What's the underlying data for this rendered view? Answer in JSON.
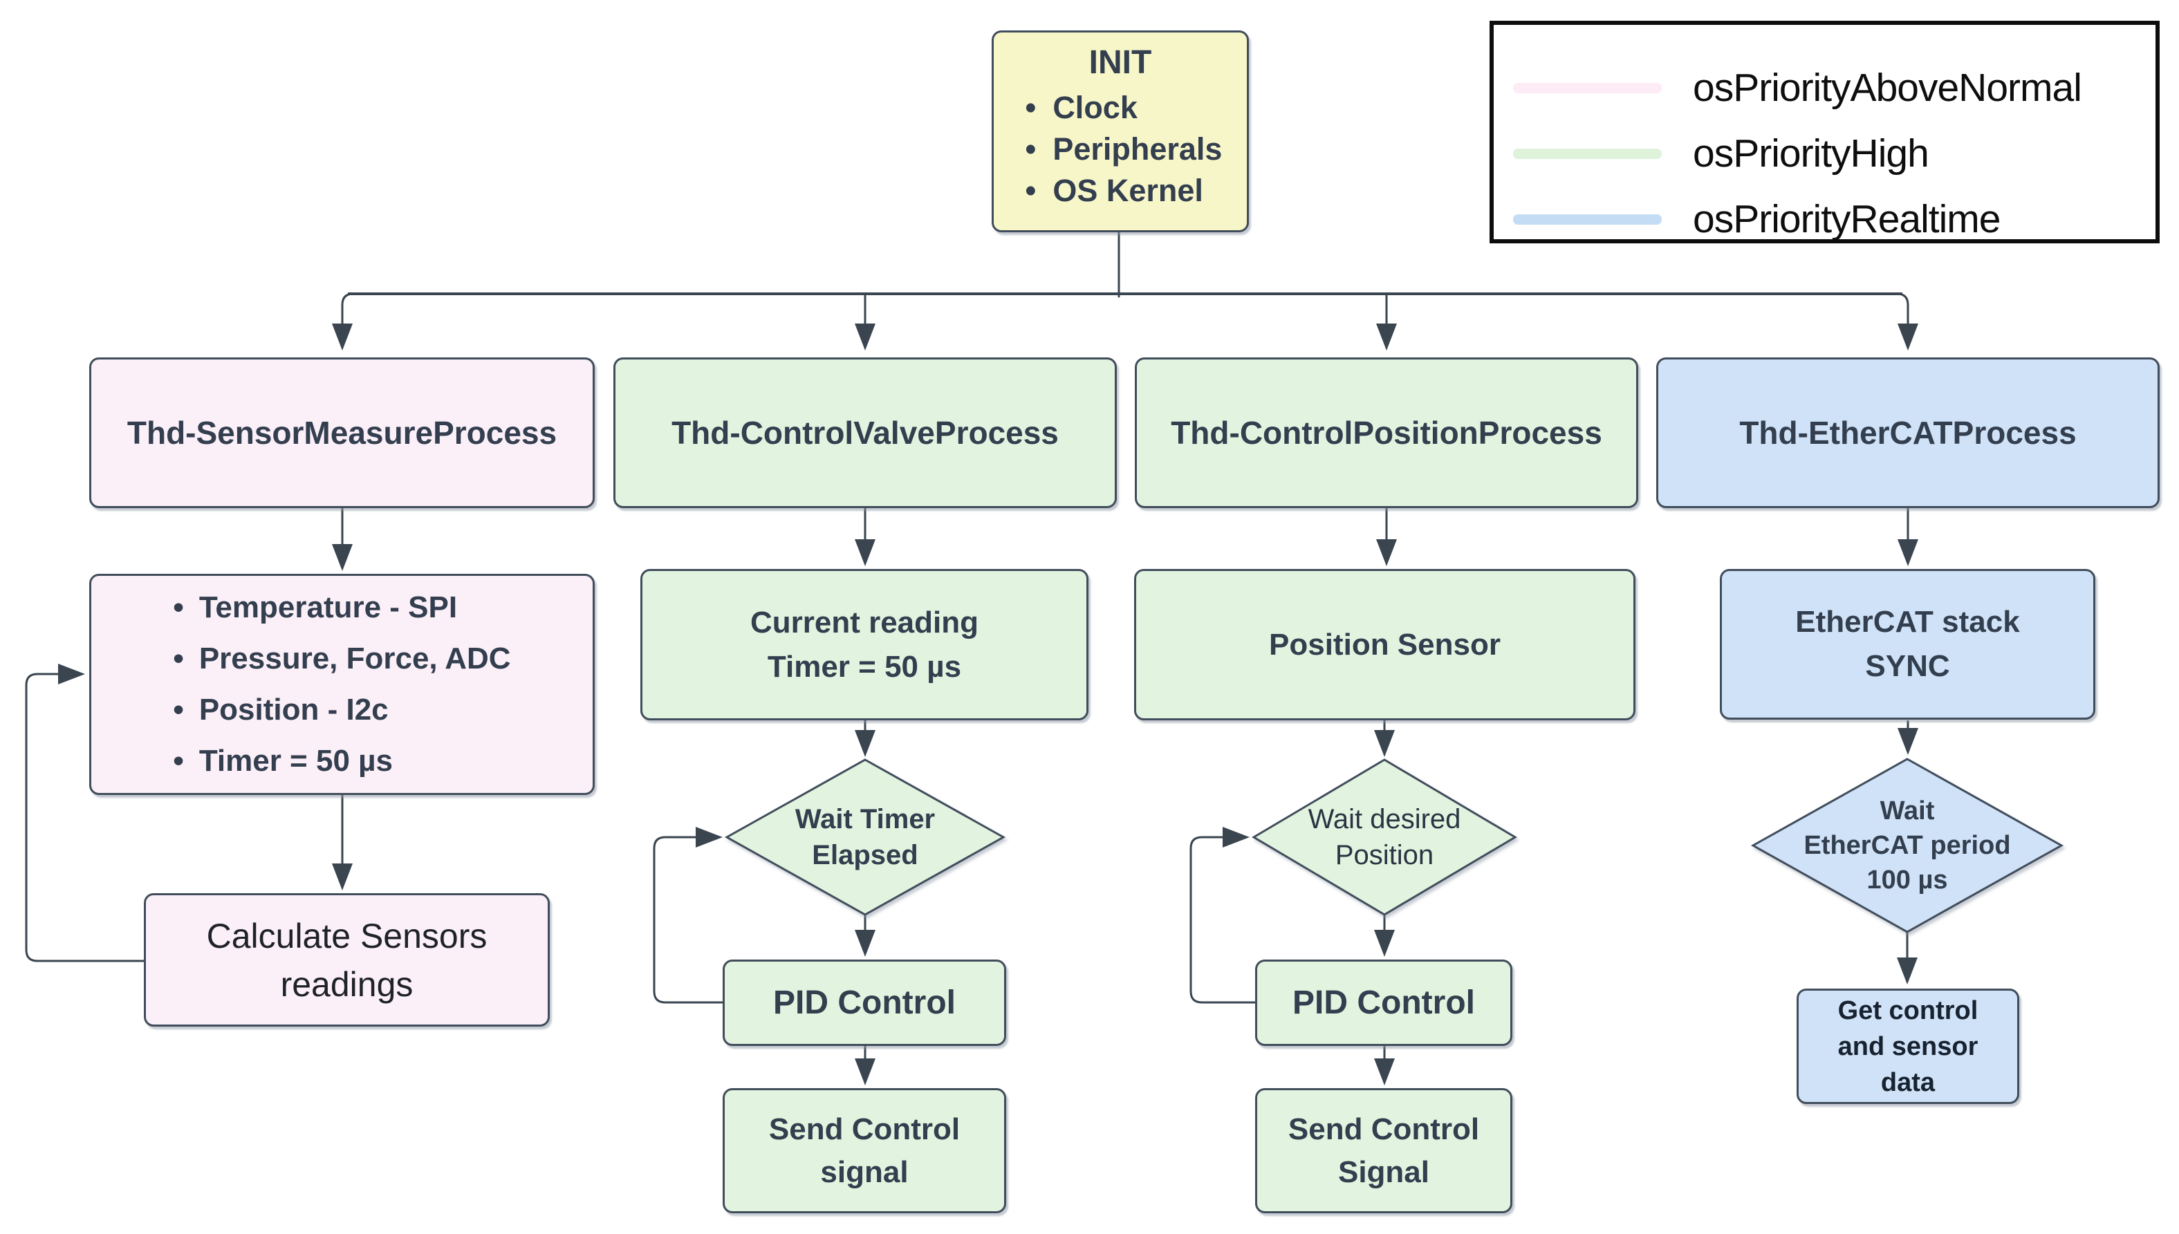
{
  "colors": {
    "node_yellow": "#F7F6C8",
    "node_pink": "#FBEFF8",
    "node_green": "#E2F4DF",
    "node_blue": "#CFE2F7",
    "border": "#414D5C",
    "connector": "#3A4550",
    "text_dark": "#333E4E",
    "legend_border": "#0D0D0D"
  },
  "init": {
    "title": "INIT",
    "bullets": [
      "Clock",
      "Peripherals",
      "OS Kernel"
    ]
  },
  "legend": {
    "items": [
      {
        "label": "osPriorityAboveNormal",
        "color": "#FDEBF5"
      },
      {
        "label": "osPriorityHigh",
        "color": "#DFF3DB"
      },
      {
        "label": "osPriorityRealtime",
        "color": "#C5DDF4"
      }
    ]
  },
  "columns": [
    {
      "thread": "Thd-SensorMeasureProcess",
      "bullets": [
        "Temperature - SPI",
        "Pressure, Force, ADC",
        "Position - I2c",
        "Timer = 50 µs"
      ],
      "calc": "Calculate Sensors\nreadings"
    },
    {
      "thread": "Thd-ControlValveProcess",
      "reading": "Current reading\nTimer = 50 µs",
      "wait": "Wait Timer\nElapsed",
      "pid": "PID Control",
      "send": "Send Control\nsignal"
    },
    {
      "thread": "Thd-ControlPositionProcess",
      "reading": "Position Sensor",
      "wait": "Wait desired\nPosition",
      "pid": "PID Control",
      "send": "Send Control\nSignal"
    },
    {
      "thread": "Thd-EtherCATProcess",
      "reading": "EtherCAT stack\nSYNC",
      "wait": "Wait\nEtherCAT period\n100 µs",
      "get": "Get control\nand sensor\ndata"
    }
  ]
}
